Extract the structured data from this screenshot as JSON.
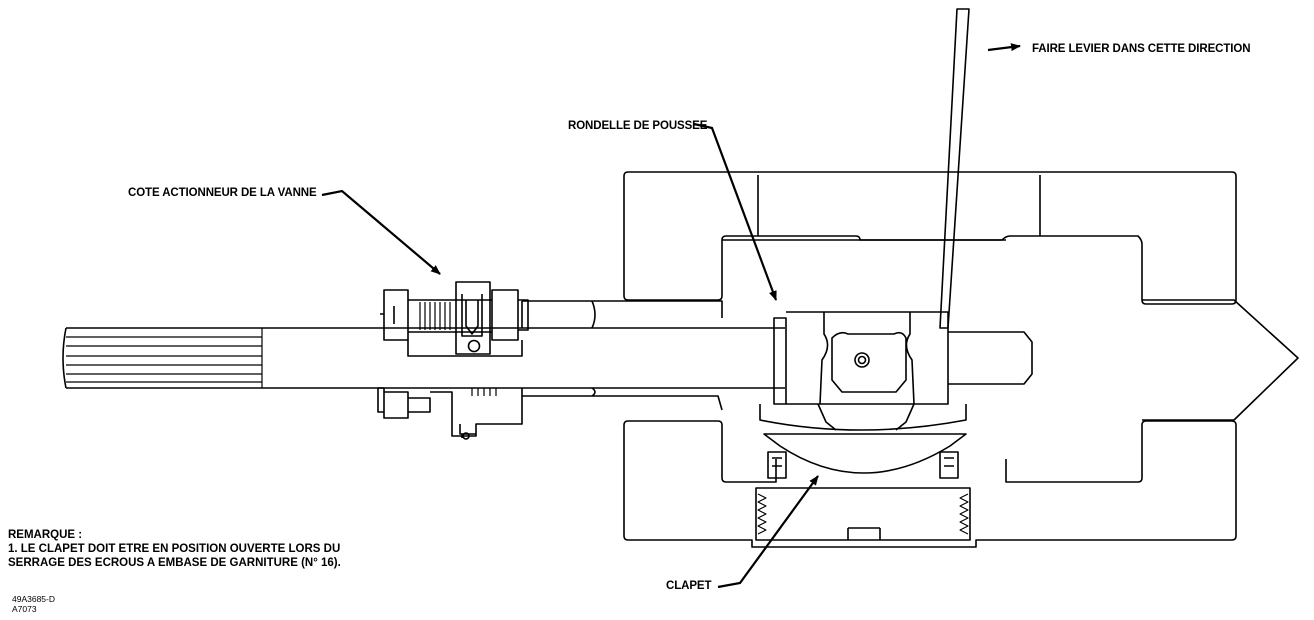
{
  "labels": {
    "lever_direction": "FAIRE LEVIER DANS CETTE DIRECTION",
    "thrust_washer": "RONDELLE DE POUSSEE",
    "actuator_side": "COTE ACTIONNEUR DE LA VANNE",
    "disk": "CLAPET"
  },
  "note": {
    "heading": "REMARQUE :",
    "line1": "1. LE CLAPET DOIT ETRE EN POSITION OUVERTE LORS DU",
    "line2": "SERRAGE DES ECROUS A EMBASE DE GARNITURE (N° 16)."
  },
  "doc_ref": {
    "drawing_number": "49A3685-D",
    "code": "A7073"
  }
}
